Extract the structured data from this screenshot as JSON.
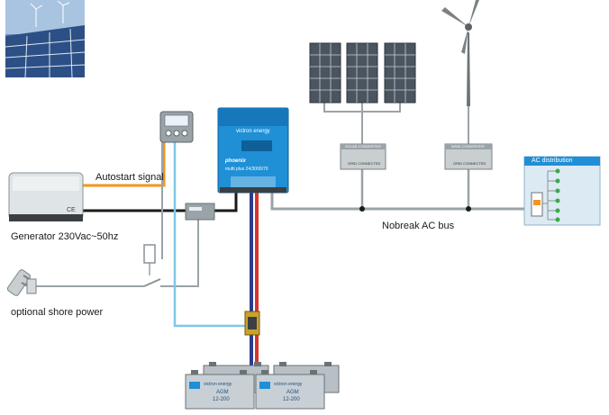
{
  "labels": {
    "autostart": "Autostart signal",
    "generator": "Generator 230Vac~50hz",
    "shore": "optional shore power",
    "bus": "Nobreak AC bus",
    "ac_distribution": "AC distribution",
    "generator_badge": "CE"
  },
  "inverter": {
    "brand": "victron energy",
    "product": "phoenix",
    "model": "multi plus 24/3000/70"
  },
  "converters": {
    "solar": "SOLAR CONVERTER",
    "wind": "WIND CONVERTER",
    "grid_connected": "GRID CONNECTED"
  },
  "batteries": {
    "brand": "victron energy",
    "type": "AGM",
    "rating": "12-200"
  },
  "colors": {
    "signal": "#f0961e",
    "dc_positive": "#d9342b",
    "dc_negative": "#2d3b8e",
    "comm": "#7ec8e8",
    "ac_line": "#9aa3a8",
    "power_line": "#1a1a1a",
    "victron_blue": "#1f8fd6"
  }
}
